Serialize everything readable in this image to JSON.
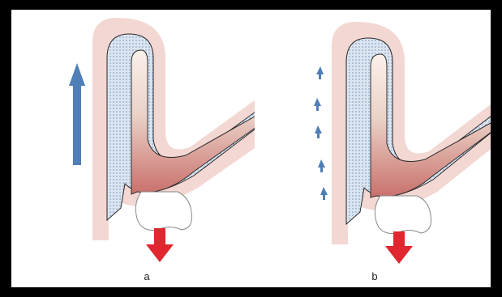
{
  "figure": {
    "panels": [
      {
        "id": "a",
        "label": "a",
        "movement": "continuous"
      },
      {
        "id": "b",
        "label": "b",
        "movement": "incremental"
      }
    ]
  },
  "colors": {
    "background": "#000000",
    "canvas": "#ffffff",
    "mucosa": "#f3d7d2",
    "periosteum": "#cfdcec",
    "bone_outline": "#2a2a2a",
    "dentine_light": "#fbf0ea",
    "dentine_dark": "#c9706b",
    "crown": "#ffffff",
    "force_arrow": "#e0262f",
    "movement_arrow": "#4f7fb6"
  },
  "icons": {
    "force": "down-arrow-icon",
    "movement": "up-arrow-icon"
  }
}
